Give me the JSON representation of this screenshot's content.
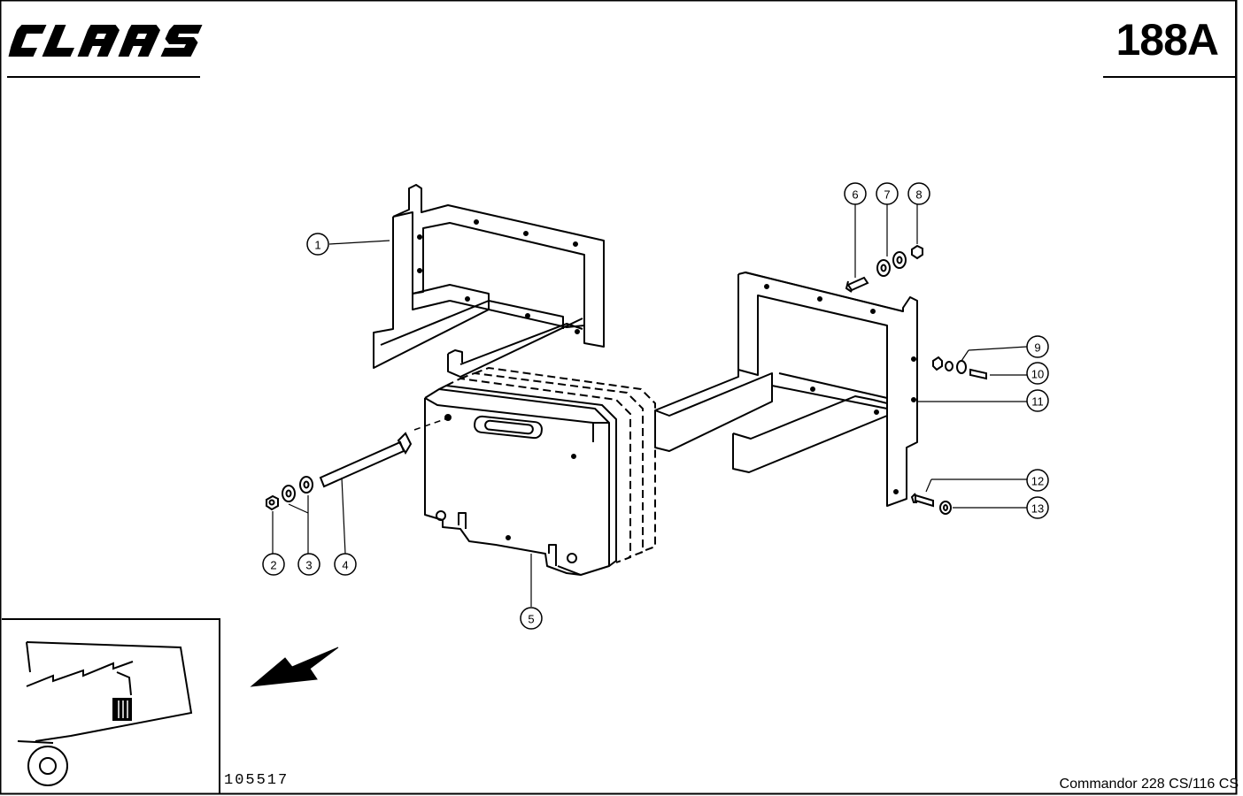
{
  "header": {
    "brand": "CLAAS",
    "page_number": "188A"
  },
  "footer": {
    "drawing_number": "105517",
    "model": "Commandor 228 CS/116 CS"
  },
  "callouts": [
    {
      "label": "1"
    },
    {
      "label": "2"
    },
    {
      "label": "3"
    },
    {
      "label": "4"
    },
    {
      "label": "5"
    },
    {
      "label": "6"
    },
    {
      "label": "7"
    },
    {
      "label": "8"
    },
    {
      "label": "9"
    },
    {
      "label": "10"
    },
    {
      "label": "11"
    },
    {
      "label": "12"
    },
    {
      "label": "13"
    }
  ]
}
